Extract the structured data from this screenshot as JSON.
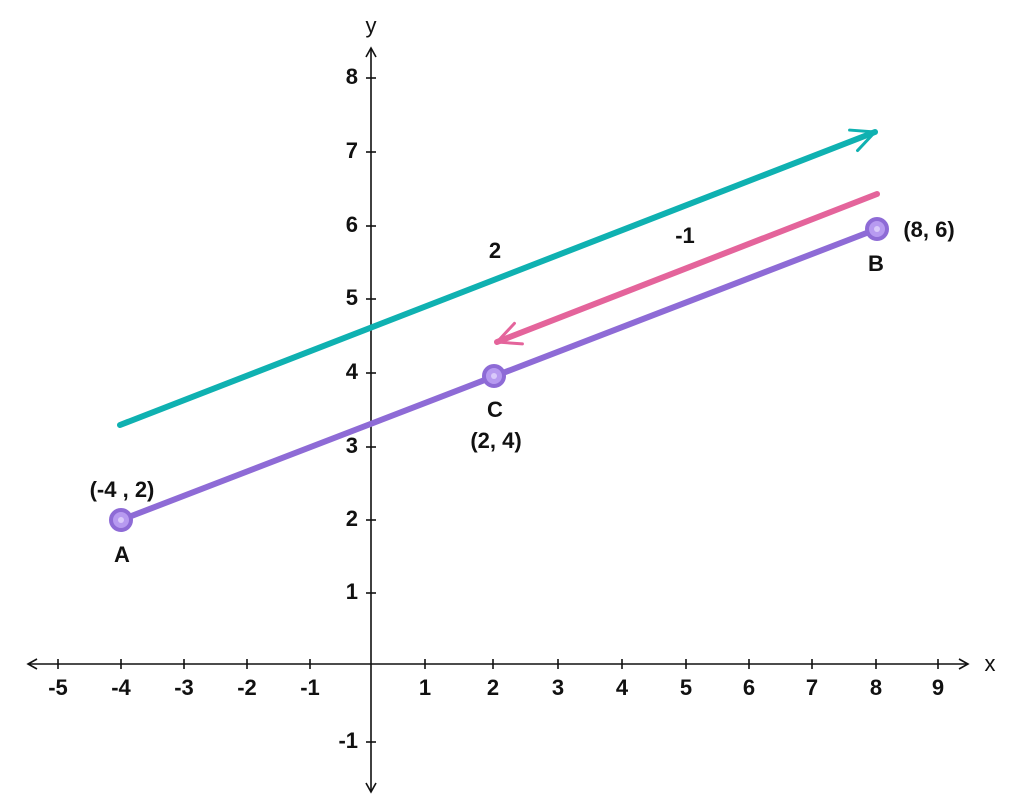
{
  "axes": {
    "x_label": "x",
    "y_label": "y",
    "x_ticks": [
      "-5",
      "-4",
      "-3",
      "-2",
      "-1",
      "1",
      "2",
      "3",
      "4",
      "5",
      "6",
      "7",
      "8",
      "9"
    ],
    "y_ticks": [
      "-1",
      "1",
      "2",
      "3",
      "4",
      "5",
      "6",
      "7",
      "8"
    ]
  },
  "points": {
    "a": {
      "name": "A",
      "coords": "(-4 , 2)"
    },
    "b": {
      "name": "B",
      "coords": "(8, 6)"
    },
    "c": {
      "name": "C",
      "coords": "(2, 4)"
    }
  },
  "vectors": {
    "teal": {
      "label": "2"
    },
    "pink": {
      "label": "-1"
    }
  },
  "colors": {
    "segment": "#8e6bd6",
    "teal": "#0fb1b1",
    "pink": "#e4649b",
    "point_fill": "#b79af0",
    "point_stroke": "#8e6bd6",
    "axis": "#111111"
  }
}
